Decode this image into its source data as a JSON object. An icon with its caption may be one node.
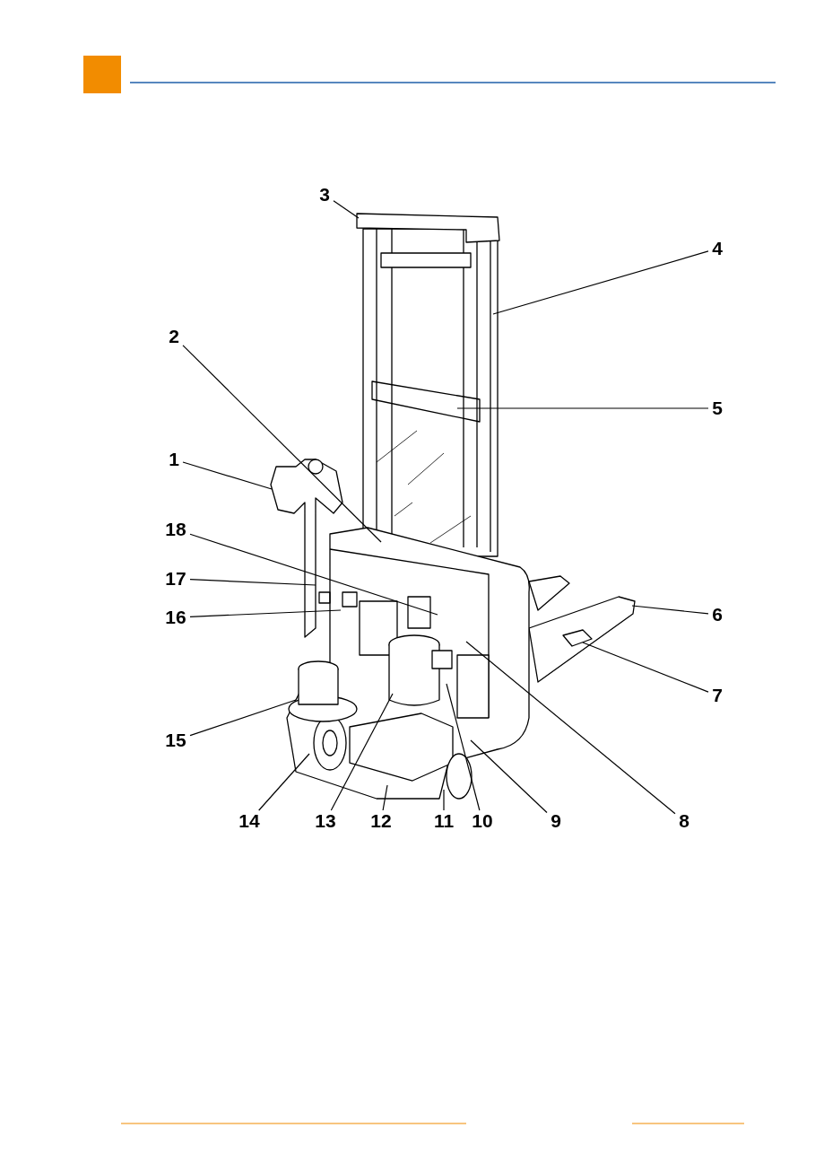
{
  "diagram": {
    "nodes": [
      {
        "text": [
          "1"
        ]
      },
      {
        "text": [
          "2"
        ]
      },
      {
        "text": [
          "3"
        ]
      },
      {
        "text": [
          "4"
        ]
      },
      {
        "text": [
          "5"
        ]
      },
      {
        "text": [
          "6"
        ]
      },
      {
        "text": [
          "7"
        ]
      },
      {
        "text": [
          "8"
        ]
      },
      {
        "text": [
          "9"
        ]
      },
      {
        "text": [
          "10"
        ]
      },
      {
        "text": [
          "11"
        ]
      },
      {
        "text": [
          "12"
        ]
      },
      {
        "text": [
          "13"
        ]
      },
      {
        "text": [
          "14"
        ]
      },
      {
        "text": [
          "15"
        ]
      },
      {
        "text": [
          "16"
        ]
      },
      {
        "text": [
          "17"
        ]
      },
      {
        "text": [
          "18"
        ]
      }
    ],
    "edges": [
      {
        "from": 0,
        "to": null,
        "arrow": "none"
      },
      {
        "from": 1,
        "to": null,
        "arrow": "none"
      },
      {
        "from": 2,
        "to": null,
        "arrow": "none"
      },
      {
        "from": 3,
        "to": null,
        "arrow": "none"
      },
      {
        "from": 4,
        "to": null,
        "arrow": "none"
      },
      {
        "from": 5,
        "to": null,
        "arrow": "none"
      },
      {
        "from": 6,
        "to": null,
        "arrow": "none"
      },
      {
        "from": 7,
        "to": null,
        "arrow": "none"
      },
      {
        "from": 8,
        "to": null,
        "arrow": "none"
      },
      {
        "from": 9,
        "to": null,
        "arrow": "none"
      },
      {
        "from": 10,
        "to": null,
        "arrow": "none"
      },
      {
        "from": 11,
        "to": null,
        "arrow": "none"
      },
      {
        "from": 12,
        "to": null,
        "arrow": "none"
      },
      {
        "from": 13,
        "to": null,
        "arrow": "none"
      },
      {
        "from": 14,
        "to": null,
        "arrow": "none"
      },
      {
        "from": 15,
        "to": null,
        "arrow": "none"
      },
      {
        "from": 16,
        "to": null,
        "arrow": "none"
      },
      {
        "from": 17,
        "to": null,
        "arrow": "none"
      }
    ]
  }
}
